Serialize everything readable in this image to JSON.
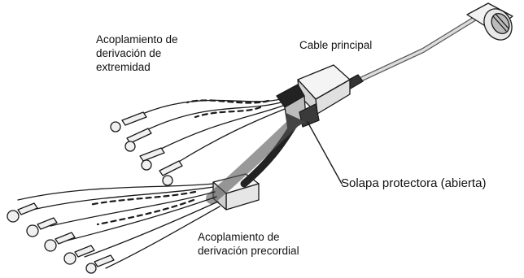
{
  "labels": {
    "limb_coupler": [
      "Acoplamiento de",
      "derivación de",
      "extremidad"
    ],
    "main_cable": "Cable principal",
    "protective_flap": "Solapa protectora (abierta)",
    "precordial_coupler": [
      "Acoplamiento de",
      "derivación precordial"
    ]
  },
  "colors": {
    "line": "#1a1a1a",
    "arrow": "#2b2b2b",
    "background": "#ffffff"
  }
}
